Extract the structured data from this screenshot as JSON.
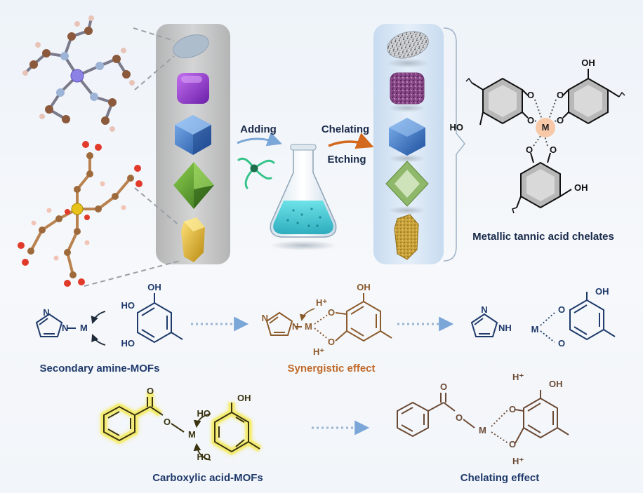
{
  "steps": {
    "adding": "Adding",
    "chelating": "Chelating",
    "etching": "Etching"
  },
  "captions": {
    "metallic_chelates": "Metallic tannic acid chelates",
    "secondary_amine": "Secondary amine-MOFs",
    "synergistic": "Synergistic effect",
    "carboxylic": "Carboxylic acid-MOFs",
    "chelating_effect": "Chelating effect"
  },
  "atoms": {
    "metal": "M",
    "hydroxyl": "OH",
    "hydroxyl_left": "HO",
    "oxygen": "O",
    "nitrogen": "N",
    "nh": "NH",
    "proton": "H⁺"
  },
  "colors": {
    "secondary_amine_scheme": "#1f3a6b",
    "synergistic_scheme": "#8b5a2b",
    "carboxylic_scheme": "#6b5a10",
    "carboxylic_glow": "#f5e94a",
    "chelate_effect_scheme": "#6b4a35",
    "metal_node": "#f7c9a8",
    "step_arrow_blue": "#7aa6d8",
    "step_arrow_orange": "#d2691e",
    "panel_gray": "#bfbfbf",
    "panel_blue": "#d4e4f4"
  }
}
